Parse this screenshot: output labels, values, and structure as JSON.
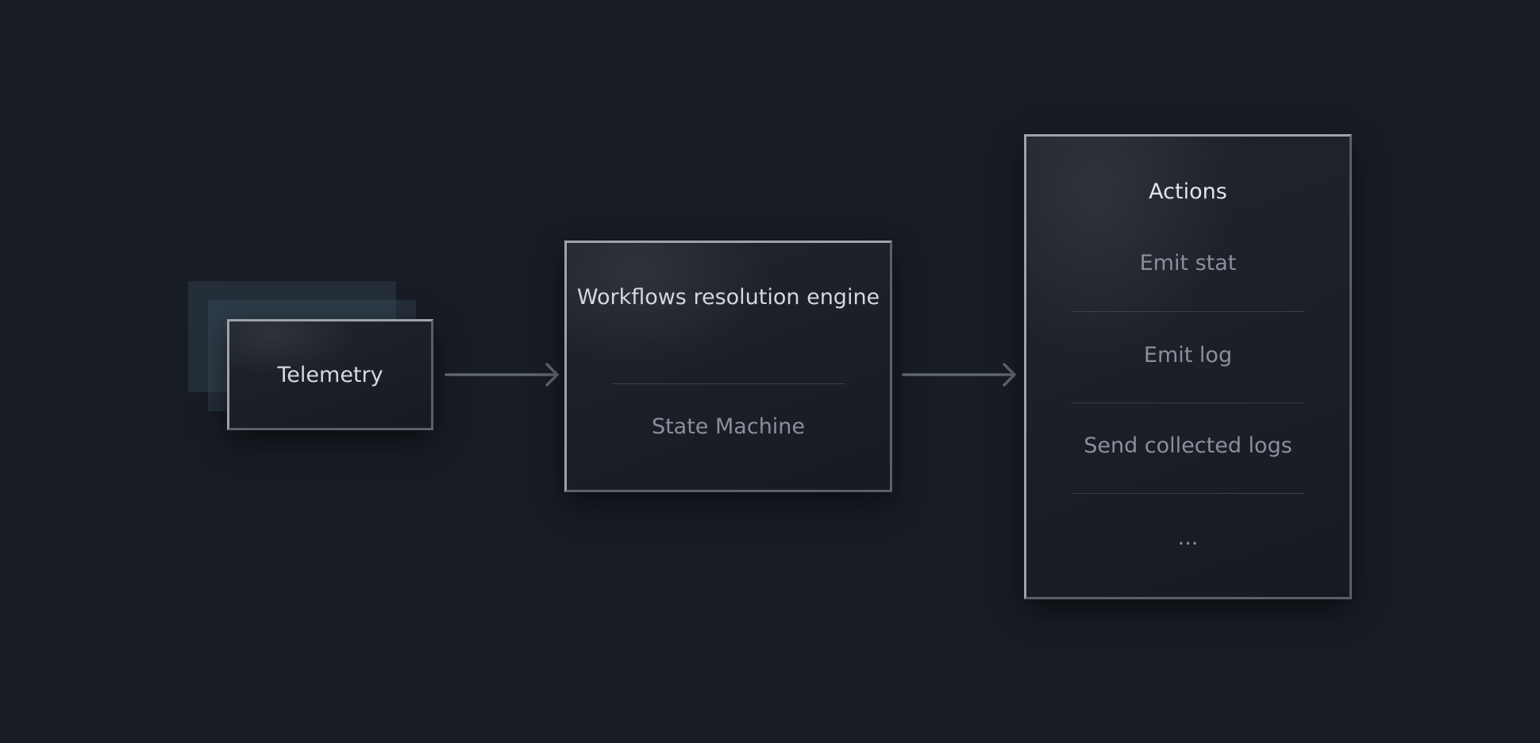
{
  "diagram": {
    "telemetry": {
      "label": "Telemetry"
    },
    "engine": {
      "title": "Workflows resolution engine",
      "subtitle": "State Machine"
    },
    "actions": {
      "title": "Actions",
      "items": [
        "Emit stat",
        "Emit log",
        "Send collected logs",
        "..."
      ]
    }
  },
  "colors": {
    "background": "#181c24",
    "arrow": "#5f6670",
    "box_border_light": "#9ea3ab",
    "box_border_dark": "#5a5f68",
    "title_text": "#d5d9df",
    "muted_text": "#8a8f9e"
  }
}
